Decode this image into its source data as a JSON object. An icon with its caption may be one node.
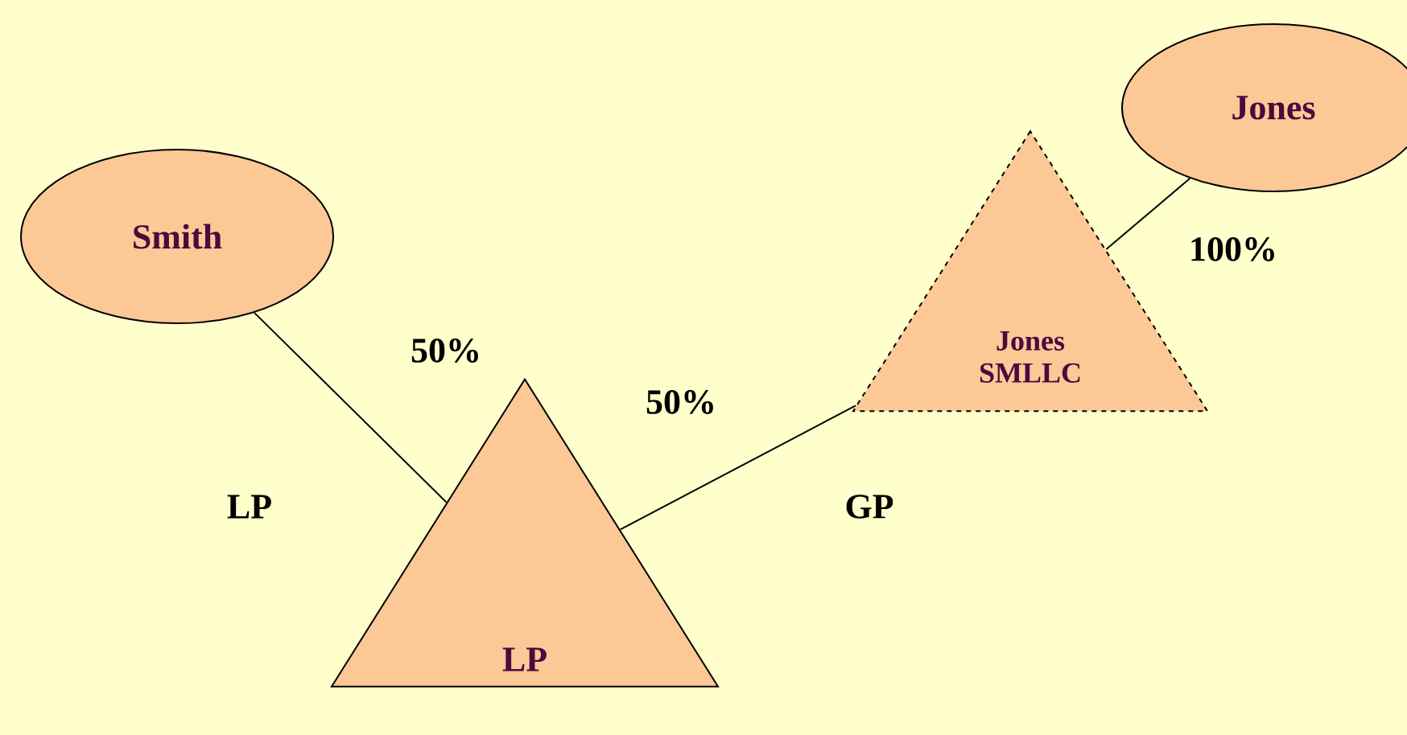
{
  "diagram": {
    "nodes": [
      {
        "text": [
          "Smith"
        ]
      },
      {
        "text": [
          "LP"
        ]
      },
      {
        "text": [
          "Jones SMLLC"
        ]
      },
      {
        "text": [
          "Jones"
        ]
      }
    ],
    "edges": [
      {
        "from": 0,
        "to": 1,
        "arrow": "none"
      },
      {
        "from": 1,
        "to": 2,
        "arrow": "none"
      },
      {
        "from": 2,
        "to": 3,
        "arrow": "none"
      }
    ],
    "labels": [
      "100%",
      "50%",
      "50%",
      "LP",
      "GP"
    ]
  }
}
